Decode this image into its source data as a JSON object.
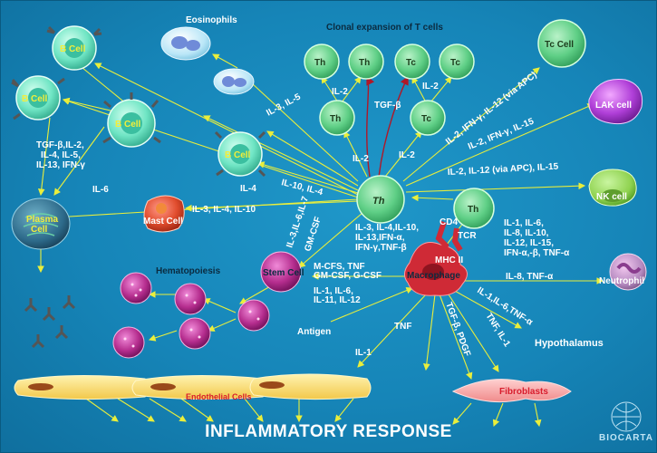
{
  "title": "INFLAMMATORY RESPONSE",
  "brand": "BIOCARTA",
  "cells": {
    "b_cell": "B Cell",
    "plasma_cell": [
      "Plasma",
      "Cell"
    ],
    "mast_cell": "Mast Cell",
    "eosinophils": "Eosinophils",
    "th": "Th",
    "tc": "Tc",
    "tc_cell": "Tc Cell",
    "lak_cell": "LAK cell",
    "nk_cell": "NK cell",
    "stem_cell": "Stem Cell",
    "macrophage": "Macrophage",
    "neutrophil": "Neutrophil",
    "fibroblasts": "Fibroblasts",
    "endothelial_cells": "Endothelial Cells"
  },
  "labels": {
    "clonal_expansion": "Clonal expansion of T cells",
    "hematopoiesis": "Hematopoiesis",
    "hypothalamus": "Hypothalamus",
    "antigen": "Antigen",
    "cd4": "CD4",
    "tcr": "TCR",
    "mhc2": "MHC II"
  },
  "cytokines": {
    "il3_il5": "IL-3, IL-5",
    "tgf_group": [
      "TGF-β,IL-2,",
      "IL-4, IL-5,",
      "IL-13, IFN-γ"
    ],
    "il6": "IL-6",
    "il4": "IL-4",
    "il10_il4": "IL-10, IL-4",
    "il3_il4_il10": "IL-3, IL-4, IL-10",
    "il2_left": "IL-2",
    "il2_center": "IL-2",
    "il2_right": "IL-2",
    "il2_top_right": "IL-2",
    "tgf_beta": "TGF-β",
    "il2_ifn_il12": "IL-2, IFN-γ, IL-12 (via APC)",
    "il2_ifn_il15": "IL-2, IFN-γ, IL-15",
    "il2_il12_il15": "IL-2, IL-12 (via APC), IL-15",
    "il3_il6_il7": "IL-3,IL-6,IL-7",
    "gm_csf": "GM-CSF",
    "th_list": [
      "IL-3, IL-4,IL-10,",
      "IL-13,IFN-α,",
      "IFN-γ,TNF-β"
    ],
    "macro_list": [
      "IL-1, IL-6,",
      "IL-8, IL-10,",
      "IL-12, IL-15,",
      "IFN-α,-β, TNF-α"
    ],
    "csf_list": [
      "M-CFS, TNF",
      "GM-CSF, G-CSF"
    ],
    "il_list": [
      "IL-1, IL-6,",
      "IL-11, IL-12"
    ],
    "il8_tnf": "IL-8, TNF-α",
    "il1_il6_tnf": "IL-1,IL-6,TNF-α",
    "tnf": "TNF",
    "tgf_pdgf": "TGF-β, PDGF",
    "tnf_il1": "TNF, IL-1",
    "il1": "IL-1"
  },
  "colors": {
    "background": "#1685b8",
    "arrow": "#e9ee3c",
    "t_cell": "#5fcf86",
    "b_cell": "#6fe5c4",
    "macrophage": "#cf2a36",
    "label_red": "#d81c2c",
    "label_yellow": "#f2ee3a"
  }
}
